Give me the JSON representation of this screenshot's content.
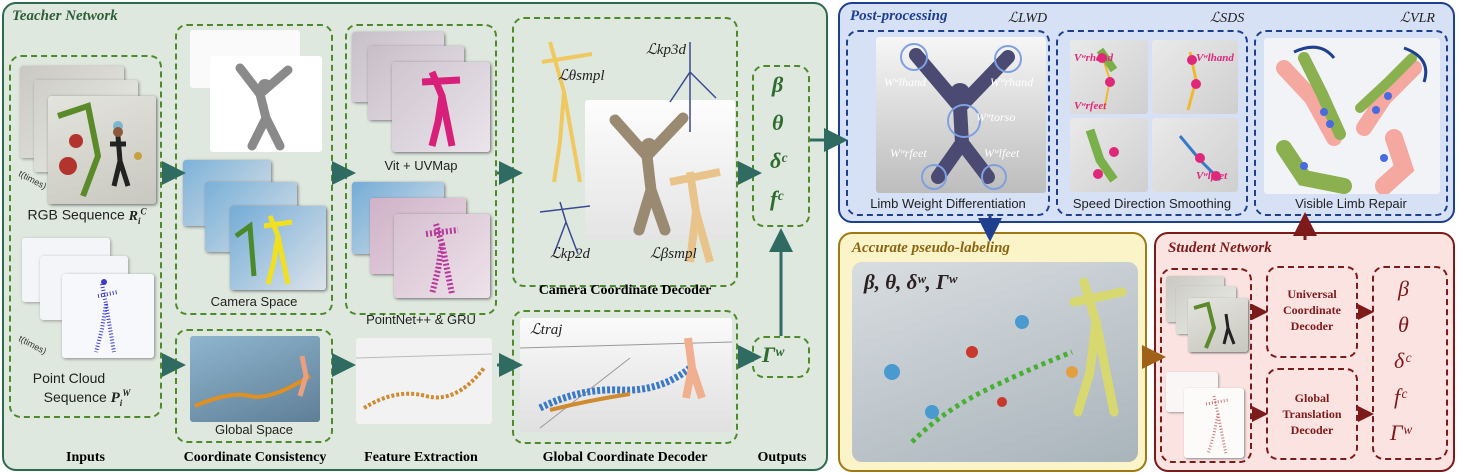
{
  "teacher": {
    "title": "Teacher Network",
    "sections": {
      "inputs": "Inputs",
      "consistency": "Coordinate Consistency",
      "feature": "Feature Extraction",
      "global_decoder": "Global Coordinate Decoder",
      "outputs": "Outputs"
    },
    "rgb_label": "RGB Sequence",
    "rgb_symbol": "R",
    "rgb_sub": "i",
    "rgb_sup": "C",
    "pc_label_line1": "Point Cloud",
    "pc_label_line2": "Sequence",
    "pc_symbol": "P",
    "pc_sub": "i",
    "pc_sup": "W",
    "times": "t(times)",
    "camera_space": "Camera Space",
    "global_space": "Global Space",
    "vit_label": "Vit + UVMap",
    "pointnet_label": "PointNet++ & GRU",
    "camera_decoder": "Camera Coordinate Decoder",
    "loss_theta": "ℒθsmpl",
    "loss_kp3d": "ℒkp3d",
    "loss_kp2d": "ℒkp2d",
    "loss_beta": "ℒβsmpl",
    "loss_traj": "ℒtraj",
    "outputs_top": [
      "β",
      "θ",
      "δᶜ",
      "fᶜ"
    ],
    "output_bottom": "Γʷ"
  },
  "post": {
    "title": "Post-processing",
    "loss_lwd": "ℒLWD",
    "loss_sds": "ℒSDS",
    "loss_vlr": "ℒVLR",
    "lwd_caption": "Limb Weight Differentiation",
    "sds_caption": "Speed Direction Smoothing",
    "vlr_caption": "Visible Limb Repair",
    "lwd_weights": [
      "Wʷlhand",
      "Wʷrhand",
      "Wʷtorso",
      "Wʷrfeet",
      "Wʷlfeet"
    ],
    "sds_vectors": [
      "Vʷrhand",
      "Vʷlhand",
      "Vʷrfeet",
      "Vʷlfeet"
    ]
  },
  "pseudo": {
    "title": "Accurate pseudo-labeling",
    "symbols": "β, θ, δʷ, Γʷ"
  },
  "student": {
    "title": "Student Network",
    "universal_decoder": [
      "Universal",
      "Coordinate",
      "Decoder"
    ],
    "global_decoder": [
      "Global",
      "Translation",
      "Decoder"
    ],
    "outputs": [
      "β",
      "θ",
      "δᶜ",
      "fᶜ",
      "Γʷ"
    ]
  },
  "colors": {
    "teacher_bg": "#dfe8df",
    "teacher_border": "#2e6b4e",
    "dashed_green": "#4f8a2a",
    "post_bg": "#d6e1f6",
    "post_border": "#1f3f8f",
    "pseudo_bg": "#fbf4c9",
    "pseudo_border": "#a07814",
    "student_bg": "#fbe3e1",
    "student_border": "#7d1a1a",
    "arrow_teal": "#2f6b60"
  }
}
